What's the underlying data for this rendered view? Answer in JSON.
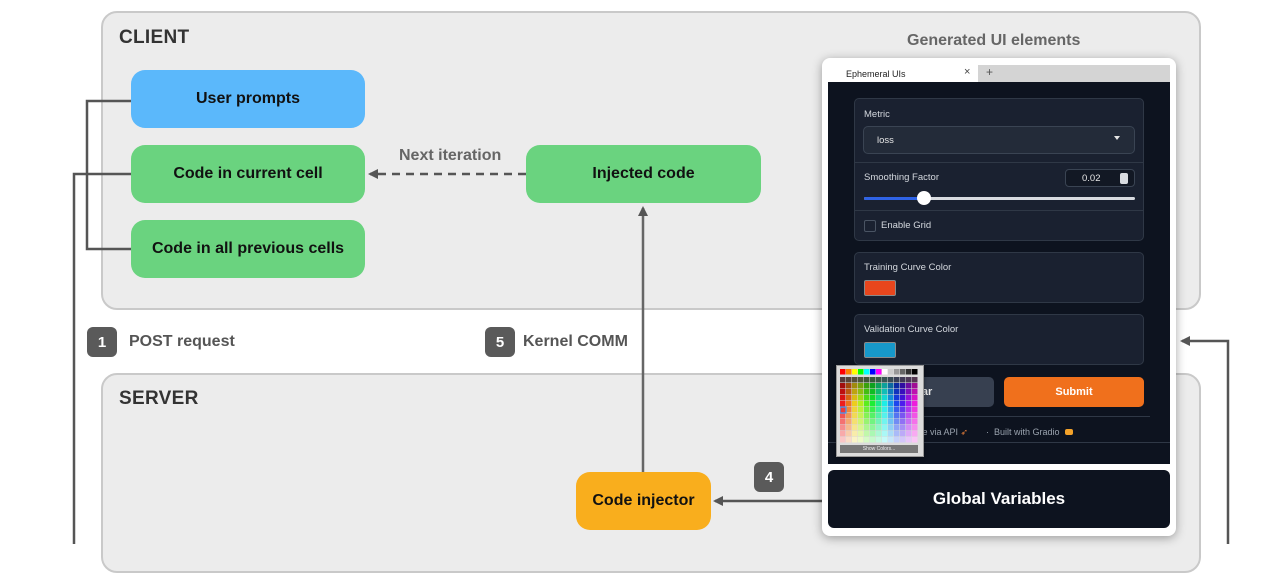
{
  "regions": {
    "client": "CLIENT",
    "server": "SERVER",
    "generated": "Generated UI elements"
  },
  "nodes": {
    "user_prompts": "User prompts",
    "code_current": "Code in current cell",
    "code_previous": "Code in all previous cells",
    "injected_code": "Injected code",
    "code_injector": "Code injector"
  },
  "edge_labels": {
    "next_iteration": "Next iteration"
  },
  "steps": [
    {
      "num": "1",
      "label": "POST request"
    },
    {
      "num": "5",
      "label": "Kernel COMM"
    },
    {
      "num": "4",
      "label": ""
    }
  ],
  "gradio": {
    "tab_title": "Ephemeral UIs",
    "tab_close": "×",
    "tab_new": "+",
    "metric_label": "Metric",
    "metric_value": "loss",
    "smoothing_label": "Smoothing Factor",
    "smoothing_value": "0.02",
    "enable_grid_label": "Enable Grid",
    "enable_grid_checked": false,
    "training_color_label": "Training Curve Color",
    "training_color": "#e8461d",
    "validation_color_label": "Validation Curve Color",
    "validation_color": "#1798c9",
    "clear_button": "ear",
    "submit_button": "Submit",
    "footer_api": "se via API",
    "footer_built": "Built with Gradio",
    "global_variables": "Global Variables",
    "palette_footer": "Show Colors..."
  },
  "colors": {
    "user_prompts": "#5bb8fb",
    "code_nodes": "#6ad37f",
    "code_injector": "#f9ae1d",
    "submit": "#f0701c"
  }
}
